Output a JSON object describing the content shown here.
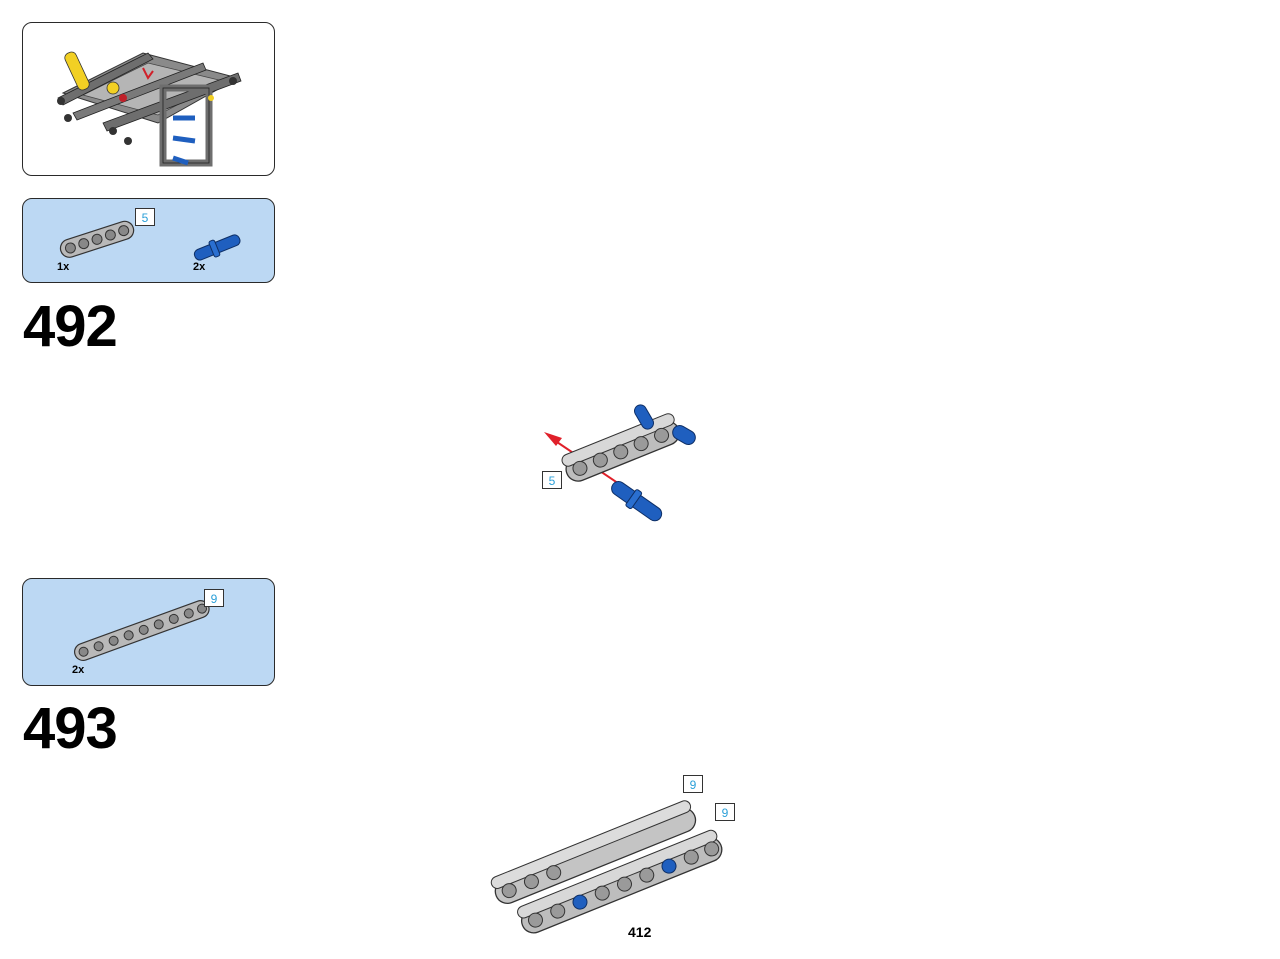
{
  "submodel_callout": {
    "icon": "assembled-chassis-image"
  },
  "steps": [
    {
      "number": "492",
      "parts": [
        {
          "name": "liftarm-5",
          "length_label": "5",
          "quantity": "1x",
          "color": "#a9a9a9"
        },
        {
          "name": "axle-pin-blue",
          "quantity": "2x",
          "color": "#1f5fbf"
        }
      ],
      "assembly_length_label": "5"
    },
    {
      "number": "493",
      "parts": [
        {
          "name": "liftarm-9",
          "length_label": "9",
          "quantity": "2x",
          "color": "#a9a9a9"
        }
      ],
      "assembly_length_labels": [
        "9",
        "9"
      ]
    }
  ],
  "page_number": "412",
  "colors": {
    "parts_bg": "#bcd8f3",
    "length_text": "#2a9fd8",
    "arrow": "#e0202a",
    "pin_blue": "#1f5fbf"
  }
}
